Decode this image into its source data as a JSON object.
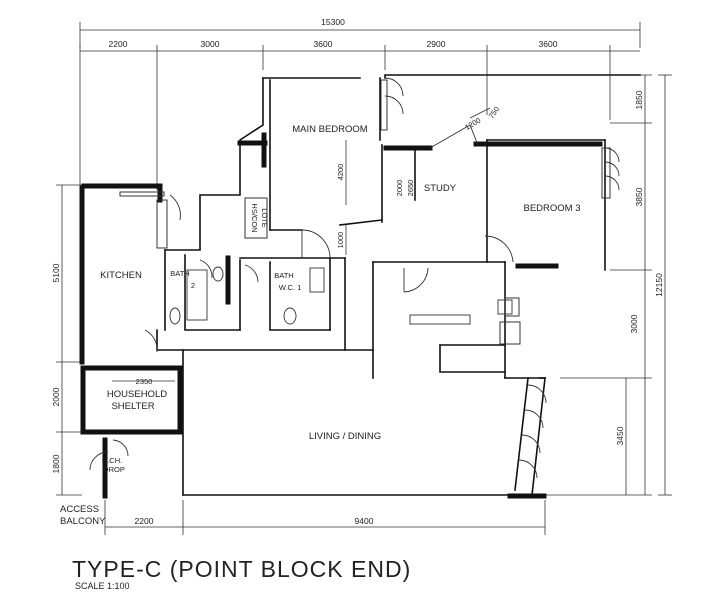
{
  "title": "TYPE-C (POINT BLOCK END)",
  "scale": "SCALE 1:100",
  "dimensions": {
    "overall_width": "15300",
    "top_segments": [
      "2200",
      "3000",
      "3600",
      "2900",
      "3600"
    ],
    "bottom_segments": [
      "2200",
      "9400"
    ],
    "left_segments": [
      "5100",
      "2000",
      "1800"
    ],
    "right_segments": [
      "1850",
      "3850",
      "3000",
      "3450"
    ],
    "right_overall": "12150",
    "inner": {
      "main_bedroom_depth": "4200",
      "corridor": "1000",
      "shelter_width": "2350",
      "study_a": "2650",
      "study_b": "2000",
      "bay_a": "750",
      "bay_b": "1200"
    }
  },
  "rooms": {
    "main_bedroom": "MAIN BEDROOM",
    "study": "STUDY",
    "bedroom_3": "BEDROOM 3",
    "kitchen": "KITCHEN",
    "bath_2_line1": "BATH",
    "bath_2_line2": "2",
    "bath_1_line1": "BATH",
    "bath_1_line2": "W.C. 1",
    "household_shelter_line1": "HOUSEHOLD",
    "household_shelter_line2": "SHELTER",
    "living_dining": "LIVING / DINING",
    "refuse_chute_line1": "R.CH.",
    "refuse_chute_line2": "DROP",
    "household_closet_line1": "HS/CON",
    "household_closet_line2": "LOTE",
    "access_balcony_line1": "ACCESS",
    "access_balcony_line2": "BALCONY"
  },
  "colors": {
    "wall": "#111111",
    "line": "#333333",
    "background": "#ffffff"
  }
}
